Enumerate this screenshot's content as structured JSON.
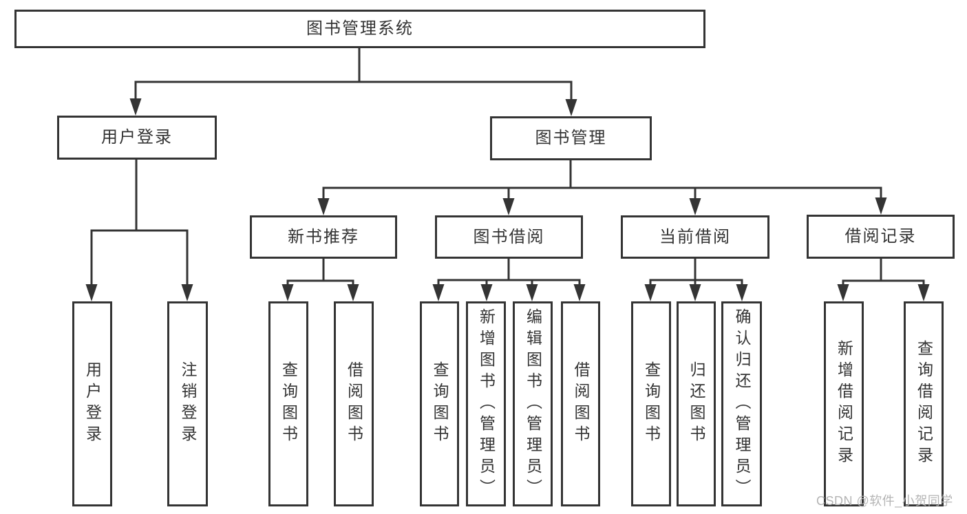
{
  "diagram": {
    "tree": {
      "root": {
        "label": "图书管理系统",
        "children": [
          {
            "label": "用户登录",
            "children": [
              {
                "label": "用户登录"
              },
              {
                "label": "注销登录"
              }
            ]
          },
          {
            "label": "图书管理",
            "children": [
              {
                "label": "新书推荐",
                "children": [
                  {
                    "label": "查询图书"
                  },
                  {
                    "label": "借阅图书"
                  }
                ]
              },
              {
                "label": "图书借阅",
                "children": [
                  {
                    "label": "查询图书"
                  },
                  {
                    "label": "新增图书（管理员）"
                  },
                  {
                    "label": "编辑图书（管理员）"
                  },
                  {
                    "label": "借阅图书"
                  }
                ]
              },
              {
                "label": "当前借阅",
                "children": [
                  {
                    "label": "查询图书"
                  },
                  {
                    "label": "归还图书"
                  },
                  {
                    "label": "确认归还（管理员）"
                  }
                ]
              },
              {
                "label": "借阅记录",
                "children": [
                  {
                    "label": "新增借阅记录"
                  },
                  {
                    "label": "查询借阅记录"
                  }
                ]
              }
            ]
          }
        ]
      }
    }
  },
  "watermark": {
    "text": "CSDN @软件_小贺同学"
  },
  "colors": {
    "line": "#343434",
    "box_border": "#343434",
    "text": "#333333",
    "watermark": "#b4b4b4",
    "background": "#ffffff"
  }
}
